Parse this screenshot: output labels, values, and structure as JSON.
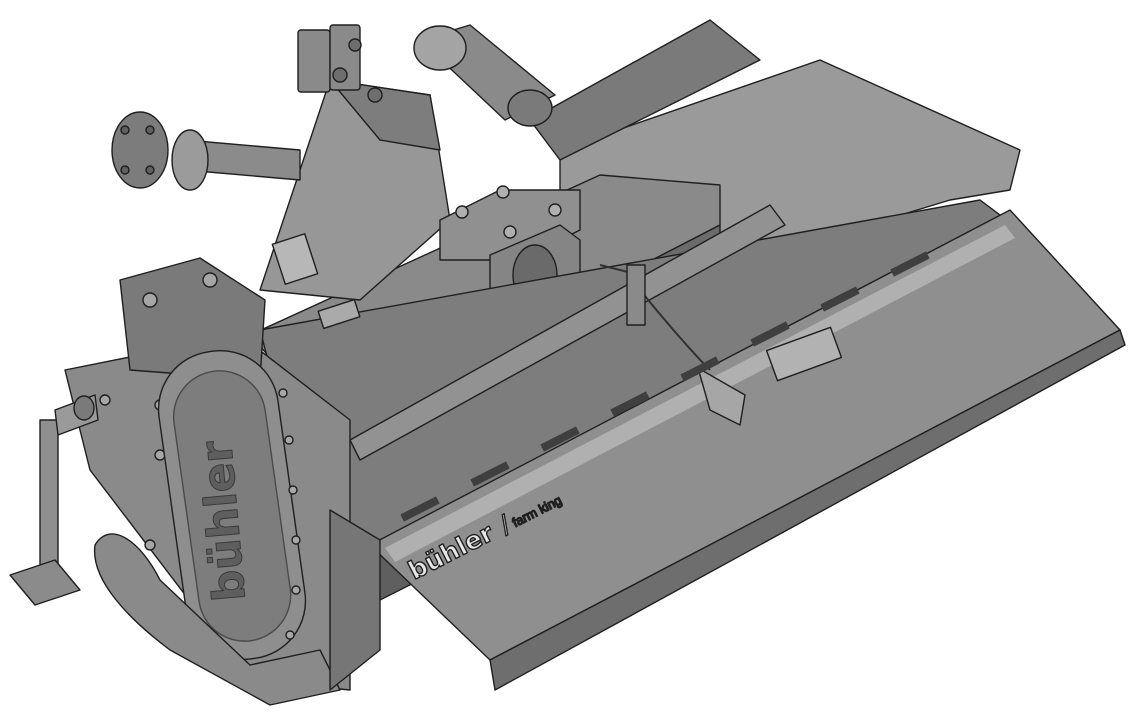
{
  "branding": {
    "hood_logo_main": "bühler",
    "hood_logo_separator": "/",
    "hood_logo_sub": "farm king",
    "gear_cover_logo": "bühler"
  },
  "colors": {
    "body": "#8d8d8d",
    "shadow": "#5b5b5b",
    "highlight": "#bdbdbd",
    "outline": "#1f1f1f",
    "background": "#ffffff"
  }
}
